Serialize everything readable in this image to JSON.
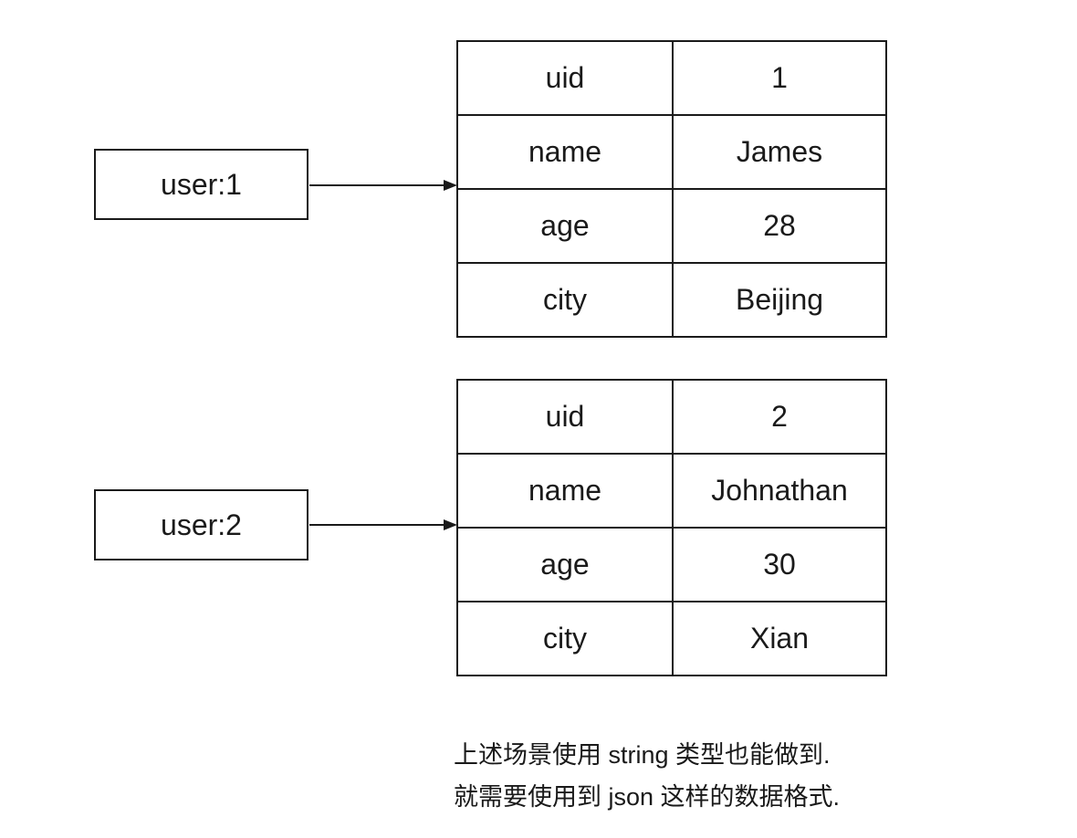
{
  "diagram": {
    "colors": {
      "line": "#1a1a1a",
      "text": "#1a1a1a",
      "background": "#ffffff"
    },
    "entities": [
      {
        "label": "user:1"
      },
      {
        "label": "user:2"
      }
    ],
    "tables": [
      {
        "rows": [
          {
            "key": "uid",
            "value": "1"
          },
          {
            "key": "name",
            "value": "James"
          },
          {
            "key": "age",
            "value": "28"
          },
          {
            "key": "city",
            "value": "Beijing"
          }
        ]
      },
      {
        "rows": [
          {
            "key": "uid",
            "value": "2"
          },
          {
            "key": "name",
            "value": "Johnathan"
          },
          {
            "key": "age",
            "value": "30"
          },
          {
            "key": "city",
            "value": "Xian"
          }
        ]
      }
    ],
    "caption": {
      "line1": "上述场景使用 string 类型也能做到.",
      "line2": "就需要使用到 json 这样的数据格式."
    }
  }
}
